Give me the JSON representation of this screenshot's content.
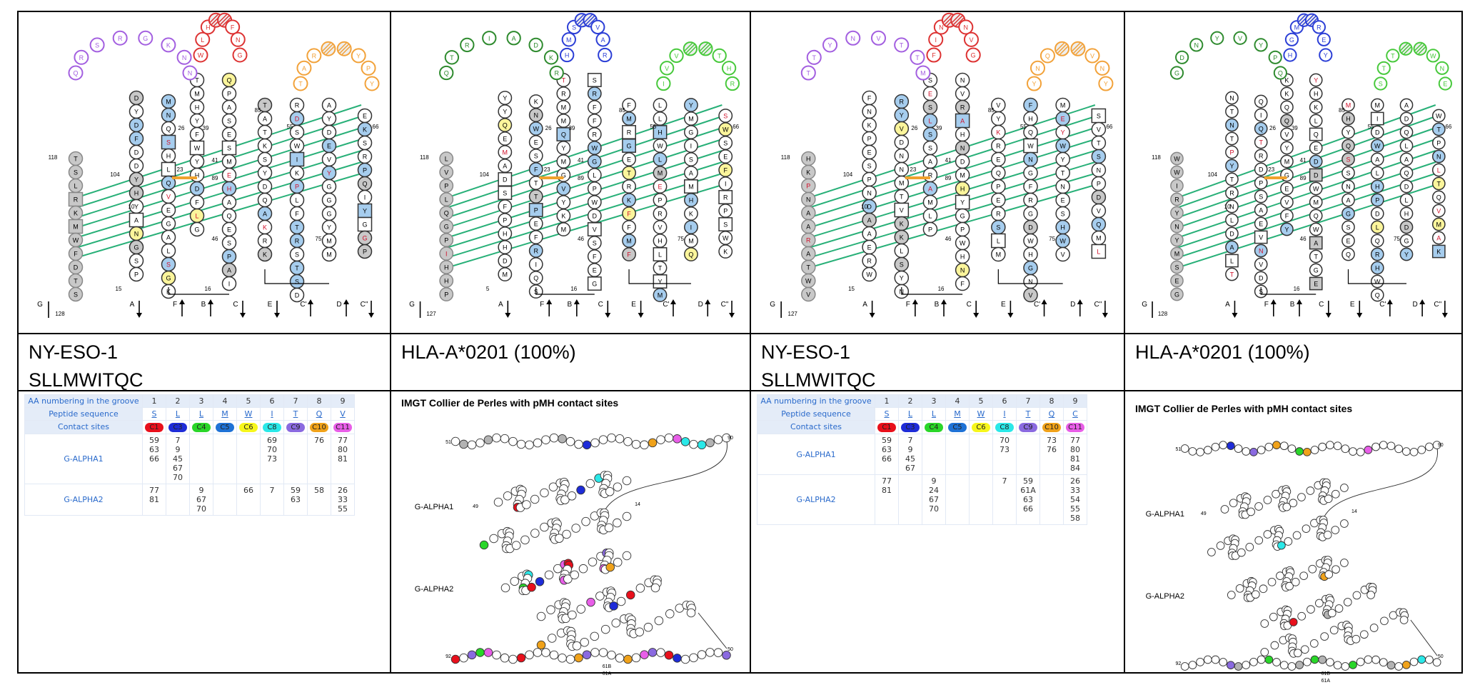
{
  "captions": {
    "c1": "NY-ESO-1\nSLLMWITQC",
    "c2": "HLA-A*0201 (100%)",
    "c3": "NY-ESO-1\nSLLMWITQC",
    "c4": "HLA-A*0201 (100%)"
  },
  "collier": {
    "strand_labels": [
      "A",
      "F",
      "B",
      "C",
      "E",
      "C'",
      "D",
      "C\""
    ],
    "g_label": "G",
    "panel1": {
      "bottom_num": "128",
      "n15": "15",
      "n16": "16",
      "n118": "118",
      "n104": "104",
      "n26": "26",
      "n39": "39",
      "n85": "85",
      "n55": "55",
      "n66": "66",
      "n41": "41",
      "n89": "89",
      "n23": "23",
      "n10": "10",
      "n46": "46",
      "n75": "75"
    },
    "panel2": {
      "bottom_num": "127",
      "n5": "5",
      "n16": "16",
      "n118": "118",
      "n104": "104",
      "n26": "26",
      "n39": "39",
      "n85": "85",
      "n55": "55",
      "n66": "66",
      "n41": "41",
      "n89": "89",
      "n23": "23",
      "n46": "46",
      "n75": "75"
    },
    "panel3": {
      "bottom_num": "127",
      "n15": "15",
      "n16": "16",
      "n118": "118",
      "n104": "104",
      "n26": "26",
      "n39": "39",
      "n85": "85",
      "n55": "55",
      "n66": "66",
      "n41": "41",
      "n89": "89",
      "n23": "23",
      "n10": "10",
      "n46": "46",
      "n75": "75"
    },
    "panel4": {
      "bottom_num": "128",
      "n16": "16",
      "n118": "118",
      "n104": "104",
      "n26": "26",
      "n39": "39",
      "n85": "85",
      "n55": "55",
      "n66": "66",
      "n41": "41",
      "n89": "89",
      "n23": "23",
      "n10": "10",
      "n46": "46",
      "n75": "75"
    }
  },
  "contact_table_1": {
    "row_labels": [
      "AA numbering in the groove",
      "Peptide sequence",
      "Contact sites"
    ],
    "positions": [
      "1",
      "2",
      "3",
      "4",
      "5",
      "6",
      "7",
      "8",
      "9"
    ],
    "peptide": [
      "S",
      "L",
      "L",
      "M",
      "W",
      "I",
      "T",
      "Q",
      "V"
    ],
    "sites": [
      "C1",
      "C3",
      "C4",
      "C5",
      "C6",
      "C8",
      "C9",
      "C10",
      "C11"
    ],
    "site_colors": [
      "#e8101c",
      "#1e2cd8",
      "#29d629",
      "#1e72d6",
      "#f6f61c",
      "#2ae8e8",
      "#8a6ae0",
      "#f0a21a",
      "#e85ee8"
    ],
    "alpha1_label": "G-ALPHA1",
    "alpha1": [
      "59\n63\n66",
      "7\n9\n45\n67\n70",
      "",
      "",
      "",
      "69\n70\n73",
      "",
      "76",
      "77\n80\n81"
    ],
    "alpha2_label": "G-ALPHA2",
    "alpha2": [
      "77\n81",
      "",
      "9\n67\n70",
      "",
      "66",
      "7",
      "59\n63",
      "58",
      "26\n33\n55"
    ]
  },
  "contact_table_2": {
    "row_labels": [
      "AA numbering in the groove",
      "Peptide sequence",
      "Contact sites"
    ],
    "positions": [
      "1",
      "2",
      "3",
      "4",
      "5",
      "6",
      "7",
      "8",
      "9"
    ],
    "peptide": [
      "S",
      "L",
      "L",
      "M",
      "W",
      "I",
      "T",
      "Q",
      "C"
    ],
    "sites": [
      "C1",
      "C3",
      "C4",
      "C5",
      "C6",
      "C8",
      "C9",
      "C10",
      "C11"
    ],
    "site_colors": [
      "#e8101c",
      "#1e2cd8",
      "#29d629",
      "#1e72d6",
      "#f6f61c",
      "#2ae8e8",
      "#8a6ae0",
      "#f0a21a",
      "#e85ee8"
    ],
    "alpha1_label": "G-ALPHA1",
    "alpha1": [
      "59\n63\n66",
      "7\n9\n45\n67",
      "",
      "",
      "",
      "70\n73",
      "",
      "73\n76",
      "77\n80\n81\n84"
    ],
    "alpha2_label": "G-ALPHA2",
    "alpha2": [
      "77\n81",
      "",
      "9\n24\n67\n70",
      "",
      "",
      "7",
      "59\n61A\n63\n66",
      "",
      "26\n33\n54\n55\n58"
    ]
  },
  "imgt": {
    "title1": "IMGT Collier de Perles with pMH contact sites",
    "title2": "IMGT Collier de Perles with pMH contact sites",
    "alpha1_label": "G-ALPHA1",
    "alpha2_label": "G-ALPHA2",
    "n90": "90",
    "n50": "50",
    "n92": "92",
    "n61a": "61A",
    "n61b": "61B",
    "n51": "51",
    "n49": "49",
    "n14": "14"
  },
  "colors": {
    "red": "#cc2633",
    "blue": "#2c3fd6",
    "purple": "#9f6cdc",
    "orange": "#f0a22d",
    "green": "#3ccf3c",
    "darkgreen": "#2f8b2f",
    "lightblue": "#a6cdee",
    "yellow": "#fbf59b",
    "teal": "#1fb37d",
    "gray": "#b3b3b3"
  }
}
